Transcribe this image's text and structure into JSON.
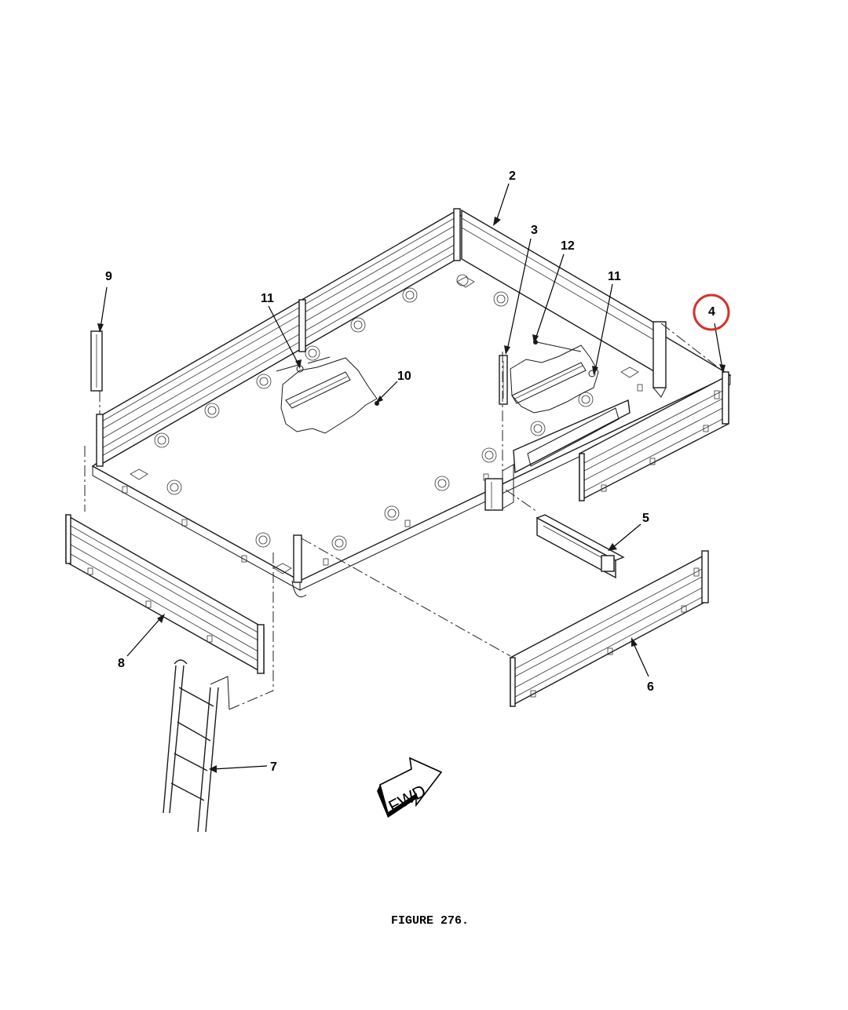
{
  "figure": {
    "caption": "FIGURE 276.",
    "direction_marker": "FWD"
  },
  "callouts": [
    {
      "id": "2",
      "label": "2"
    },
    {
      "id": "3",
      "label": "3"
    },
    {
      "id": "12",
      "label": "12"
    },
    {
      "id": "11a",
      "label": "11"
    },
    {
      "id": "11b",
      "label": "11"
    },
    {
      "id": "9",
      "label": "9"
    },
    {
      "id": "10",
      "label": "10"
    },
    {
      "id": "4",
      "label": "4",
      "highlighted": true
    },
    {
      "id": "5",
      "label": "5"
    },
    {
      "id": "6",
      "label": "6"
    },
    {
      "id": "7",
      "label": "7"
    },
    {
      "id": "8",
      "label": "8"
    }
  ],
  "colors": {
    "line": "#1a1a1a",
    "highlight_circle": "#d9302c",
    "background": "#ffffff"
  }
}
